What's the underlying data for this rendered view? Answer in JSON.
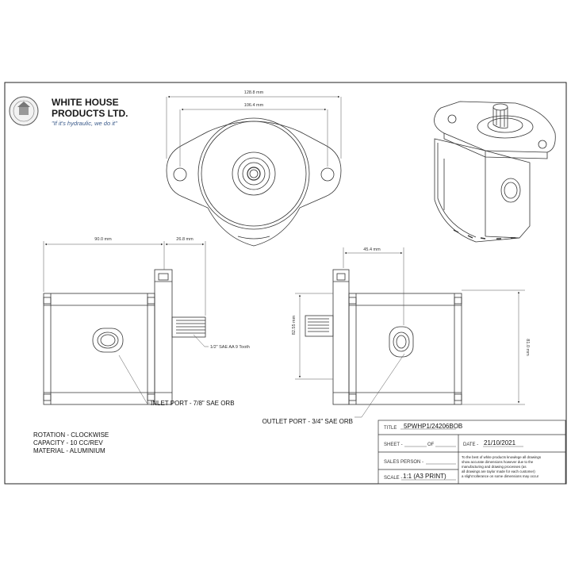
{
  "logo": {
    "line1": "WHITE HOUSE",
    "line2": "PRODUCTS LTD.",
    "tagline": "\"If it's hydraulic, we do it\""
  },
  "dimensions": {
    "overall_width": "128.8 mm",
    "hole_spacing": "106.4 mm",
    "body_length": "90.0 mm",
    "flange_to_shaft": "26.8 mm",
    "port_offset": "45.4 mm",
    "port_height": "82.55 mm",
    "overall_height": "81.0 mm"
  },
  "callouts": {
    "shaft": "1/2\" SAE AA 9 Tooth",
    "inlet": "INLET PORT - 7/8\" SAE ORB",
    "outlet": "OUTLET PORT - 3/4\" SAE ORB"
  },
  "specs": {
    "rotation": "ROTATION - CLOCKWISE",
    "capacity": "CAPACITY - 10 CC/REV",
    "material": "MATERIAL - ALUMINIUM"
  },
  "title_block": {
    "title_label": "TITLE",
    "title_value": "5PWHP1/24206BOB",
    "sheet_label": "SHEET -",
    "of_label": "OF",
    "date_label": "DATE -",
    "date_value": "21/10/2021",
    "sales_label": "SALES PERSON -",
    "scale_label": "SCALE -",
    "scale_value": "1:1 (A3 PRINT)",
    "disclaimer": [
      "To the best of white products knowlege all drawings",
      "show accurate dimensions however due to the",
      "manufacturing and drawing processes (as",
      "all drawings are taylor made for each customer)",
      "a slight tollerance on some dimensions may occur"
    ]
  }
}
